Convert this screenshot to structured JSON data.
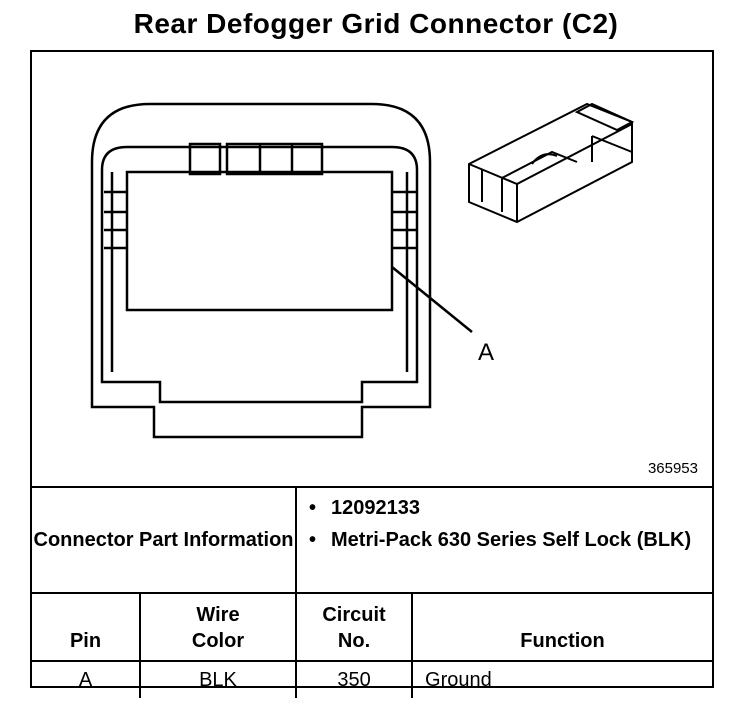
{
  "title": "Rear Defogger Grid Connector (C2)",
  "figure_number": "365953",
  "callout_label": "A",
  "connector_info": {
    "label": "Connector Part Information",
    "items": [
      "12092133",
      "Metri-Pack 630 Series Self Lock (BLK)"
    ]
  },
  "table": {
    "headers": [
      "Pin",
      "Wire Color",
      "Circuit No.",
      "Function"
    ],
    "rows": [
      [
        "A",
        "BLK",
        "350",
        "Ground"
      ]
    ]
  }
}
